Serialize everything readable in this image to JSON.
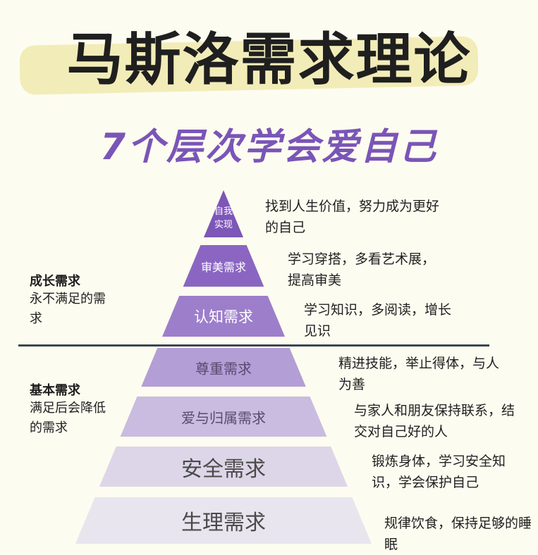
{
  "title": "马斯洛需求理论",
  "subtitle": "7个层次学会爱自己",
  "groups": {
    "growth": {
      "title": "成长需求",
      "desc": "永不满足的需求"
    },
    "basic": {
      "title": "基本需求",
      "desc": "满足后会降低的需求"
    }
  },
  "layers": [
    {
      "name": "自我实现",
      "description": "找到人生价值，努力成为更好的自己",
      "color": "#7d56b8"
    },
    {
      "name": "审美需求",
      "description": "学习穿搭，多看艺术展，提高审美",
      "color": "#8a66c2"
    },
    {
      "name": "认知需求",
      "description": "学习知识，多阅读，增长见识",
      "color": "#9d7ecb"
    },
    {
      "name": "尊重需求",
      "description": "精进技能，举止得体，与人为善",
      "color": "#b39ed6"
    },
    {
      "name": "爱与归属需求",
      "description": "与家人和朋友保持联系，结交对自己好的人",
      "color": "#c9bce0"
    },
    {
      "name": "安全需求",
      "description": "锻炼身体，学习安全知识，学会保护自己",
      "color": "#ddd6e8"
    },
    {
      "name": "生理需求",
      "description": "规律饮食，保持足够的睡眠",
      "color": "#e9e5ef"
    }
  ]
}
